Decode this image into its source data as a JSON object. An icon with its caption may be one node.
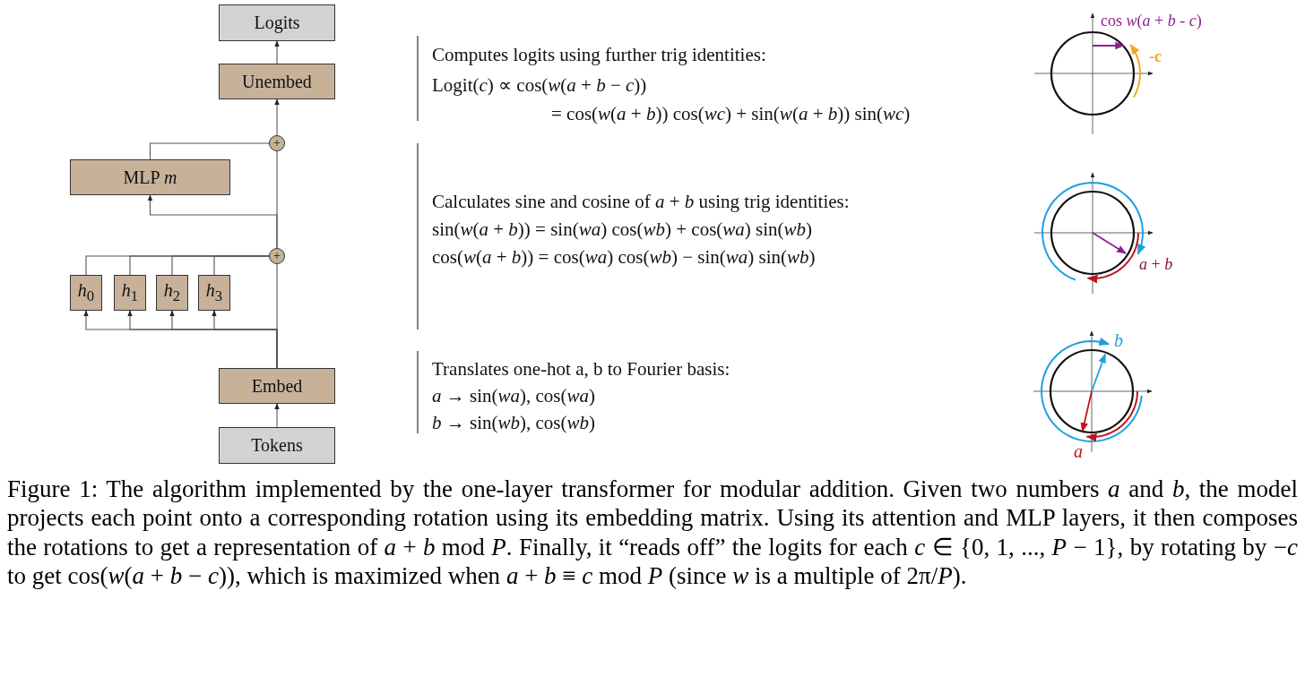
{
  "diagram": {
    "caption": "Figure 1: The algorithm implemented by the one-layer transformer for modular addition. Given two numbers *a* and *b*, the model projects each point onto a corresponding rotation using its embedding matrix. Using its attention and MLP layers, it then composes the rotations to get a representation of *a* + *b*  mod *P*. Finally, it “reads off” the logits for each *c* ∈ {0, 1, ..., *P* − 1}, by rotating by −*c* to get cos(*w*(*a* + *b* − *c*)), which is maximized when *a* + *b* ≡ *c*  mod *P* (since *w* is a multiple of 2π/*P*).",
    "nodes": [
      {
        "text": [
          "Logits"
        ]
      },
      {
        "text": [
          "Unembed"
        ]
      },
      {
        "text": [
          "+"
        ]
      },
      {
        "text": [
          "MLP *m*"
        ]
      },
      {
        "text": [
          "+"
        ]
      },
      {
        "text": [
          "*h*$_{0}$"
        ]
      },
      {
        "text": [
          "*h*$_{1}$"
        ]
      },
      {
        "text": [
          "*h*$_{2}$"
        ]
      },
      {
        "text": [
          "*h*$_{3}$"
        ]
      },
      {
        "text": [
          "Embed"
        ]
      },
      {
        "text": [
          "Tokens"
        ]
      }
    ],
    "edges": [
      {
        "from": 10,
        "to": 9,
        "arrow": "to"
      },
      {
        "from": 9,
        "to": 4,
        "arrow": "none"
      },
      {
        "from": 9,
        "to": 5,
        "arrow": "to"
      },
      {
        "from": 9,
        "to": 6,
        "arrow": "to"
      },
      {
        "from": 9,
        "to": 7,
        "arrow": "to"
      },
      {
        "from": 9,
        "to": 8,
        "arrow": "to"
      },
      {
        "from": 5,
        "to": 4,
        "arrow": "none"
      },
      {
        "from": 6,
        "to": 4,
        "arrow": "none"
      },
      {
        "from": 7,
        "to": 4,
        "arrow": "none"
      },
      {
        "from": 8,
        "to": 4,
        "arrow": "none"
      },
      {
        "from": 4,
        "to": 2,
        "arrow": "none"
      },
      {
        "from": 4,
        "to": 3,
        "arrow": "to"
      },
      {
        "from": 3,
        "to": 2,
        "arrow": "none"
      },
      {
        "from": 2,
        "to": 1,
        "arrow": "to"
      },
      {
        "from": 1,
        "to": 0,
        "arrow": "to"
      }
    ],
    "labels": [
      "Computes logits using further trig identities:",
      "Logit(*c*) ∝ cos(*w*(*a* + *b* − *c*))",
      "= cos(*w*(*a* + *b*)) cos(*wc*) + sin(*w*(*a* + *b*)) sin(*wc*)",
      "cos  *w*(*a* + *b* - *c*)",
      "-c",
      "Calculates sine and cosine of *a* + *b* using trig identities:",
      "sin(*w*(*a* + *b*)) = sin(*wa*) cos(*wb*) + cos(*wa*) sin(*wb*)",
      "cos(*w*(*a* + *b*)) = cos(*wa*) cos(*wb*) − sin(*wa*) sin(*wb*)",
      "*a* + *b*",
      "Translates one-hot a, b to Fourier basis:",
      "*a* → sin(*wa*), cos(*wa*)",
      "*b* → sin(*wb*), cos(*wb*)",
      "*b*",
      "*a*"
    ]
  }
}
